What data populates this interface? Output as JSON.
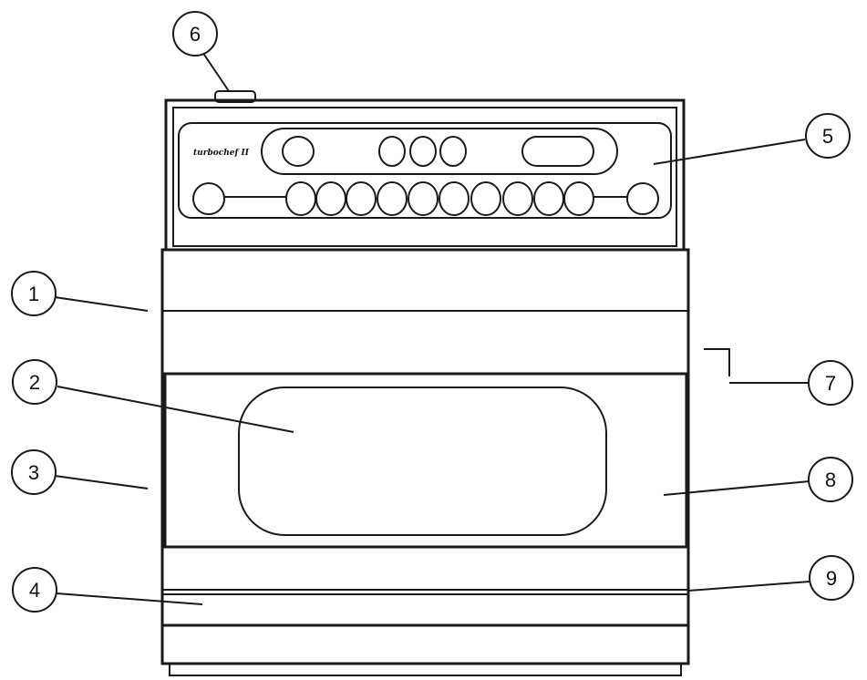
{
  "panel": {
    "brand_label": "turbochef II",
    "top_buttons": 5,
    "bottom_buttons": 12
  },
  "callouts": [
    "1",
    "2",
    "3",
    "4",
    "5",
    "6",
    "7",
    "8",
    "9"
  ],
  "colors": {
    "stroke": "#1a1a1a",
    "background": "#ffffff"
  }
}
